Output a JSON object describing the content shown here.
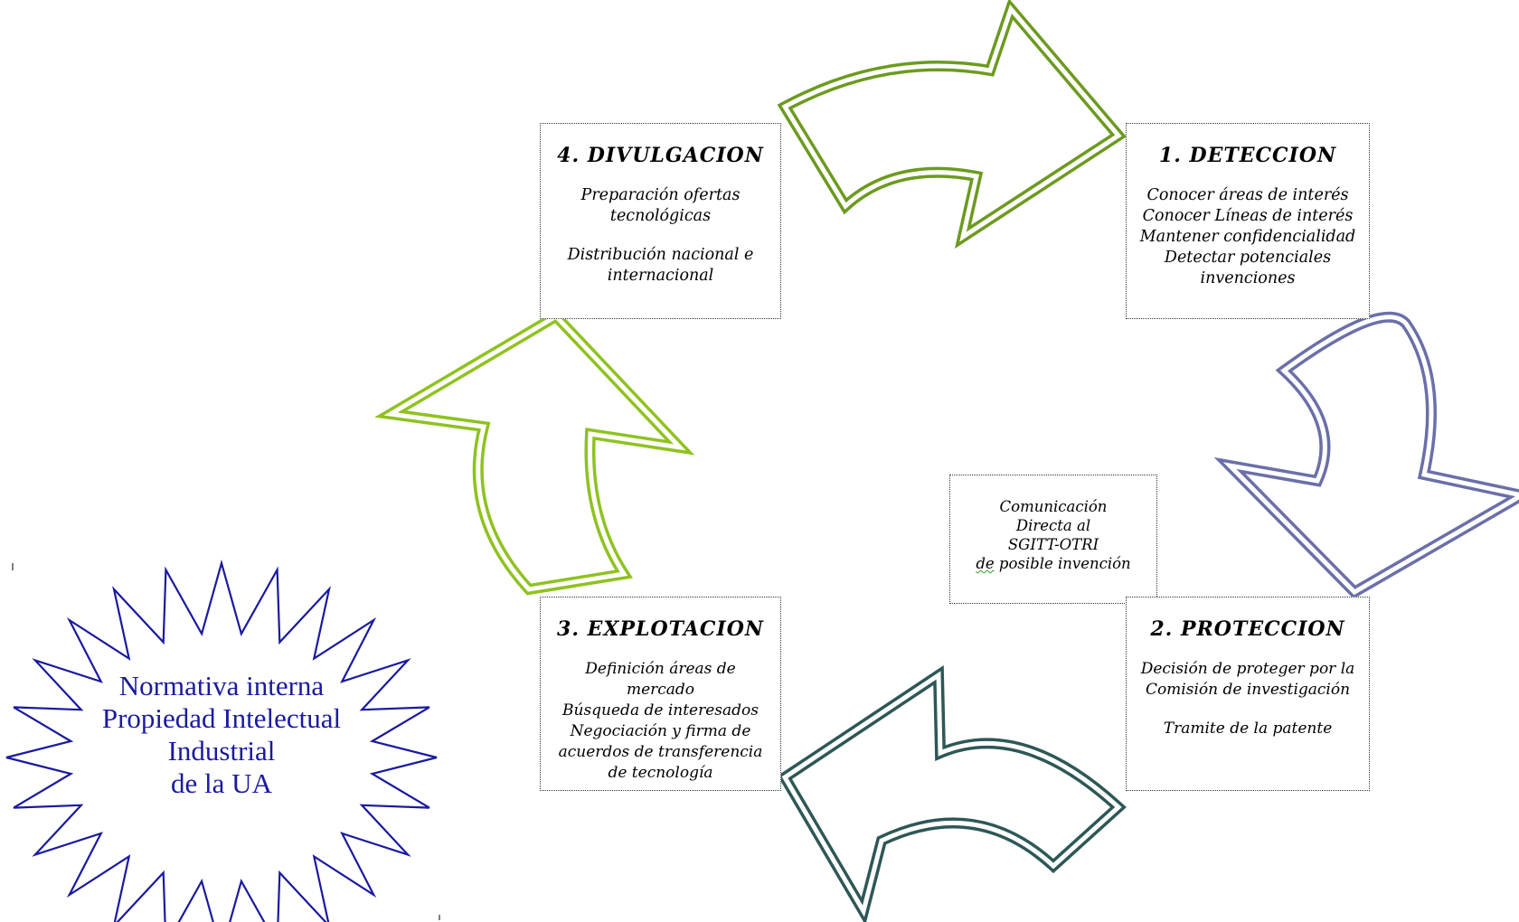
{
  "boxes": {
    "divulgacion": {
      "title": "4. DIVULGACION",
      "lines": [
        "Preparación ofertas",
        "tecnológicas",
        "",
        "Distribución nacional e",
        "internacional"
      ]
    },
    "deteccion": {
      "title": "1. DETECCION",
      "lines": [
        "Conocer áreas de interés",
        "Conocer Líneas de interés",
        "Mantener confidencialidad",
        "Detectar potenciales",
        "invenciones"
      ]
    },
    "comunicacion": {
      "lines": [
        "Comunicación",
        "Directa al",
        "SGITT-OTRI",
        "de posible invención"
      ]
    },
    "explotacion": {
      "title": "3. EXPLOTACION",
      "lines": [
        "Definición áreas de",
        "mercado",
        "Búsqueda de interesados",
        "Negociación y firma de",
        "acuerdos de transferencia",
        "de tecnología"
      ]
    },
    "proteccion": {
      "title": "2. PROTECCION",
      "lines": [
        "Decisión de proteger por la",
        "Comisión de investigación",
        "",
        "Tramite de la patente"
      ]
    }
  },
  "star": {
    "lines": [
      "Normativa interna",
      "Propiedad Intelectual",
      "Industrial",
      "de la UA"
    ],
    "color": "#1a1aa0"
  },
  "arrows": {
    "top": {
      "color": "#6c9a1f",
      "direction": "right"
    },
    "right": {
      "color": "#6b6fa8",
      "direction": "down"
    },
    "bottom": {
      "color": "#2e5757",
      "direction": "left"
    },
    "left": {
      "color": "#8fc21f",
      "direction": "up"
    }
  }
}
